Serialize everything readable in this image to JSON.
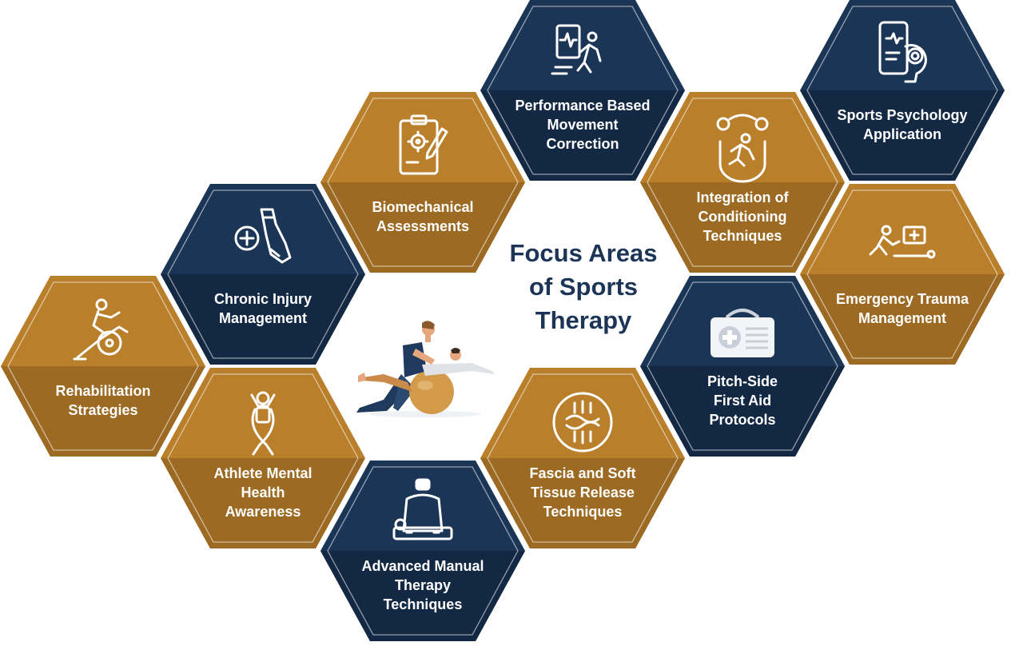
{
  "title": "Focus Areas\nof Sports\nTherapy",
  "colors": {
    "gold": "#b97f2b",
    "gold_dark": "#9c6a22",
    "navy": "#1b3557",
    "navy_dark": "#132843",
    "title": "#1c3557"
  },
  "areas": [
    {
      "id": "performance",
      "label": "Performance Based\nMovement\nCorrection",
      "color": "navy",
      "icon": "running-chart-icon"
    },
    {
      "id": "psychology",
      "label": "Sports Psychology\nApplication",
      "color": "navy",
      "icon": "mind-monitor-icon"
    },
    {
      "id": "biomech",
      "label": "Biomechanical\nAssessments",
      "color": "gold",
      "icon": "clipboard-icon"
    },
    {
      "id": "integration",
      "label": "Integration of\nConditioning\nTechniques",
      "color": "gold",
      "icon": "sprinter-icon"
    },
    {
      "id": "chronic",
      "label": "Chronic Injury\nManagement",
      "color": "navy",
      "icon": "injured-leg-icon"
    },
    {
      "id": "emergency",
      "label": "Emergency Trauma\nManagement",
      "color": "gold",
      "icon": "first-aid-responder-icon"
    },
    {
      "id": "pitchside",
      "label": "Pitch-Side\nFirst Aid\nProtocols",
      "color": "navy",
      "icon": "first-aid-kit-icon"
    },
    {
      "id": "rehab",
      "label": "Rehabilitation\nStrategies",
      "color": "gold",
      "icon": "assisted-stretch-icon"
    },
    {
      "id": "mental",
      "label": "Athlete Mental\nHealth\nAwareness",
      "color": "gold",
      "icon": "awareness-ribbon-icon"
    },
    {
      "id": "fascia",
      "label": "Fascia and Soft\nTissue Release\nTechniques",
      "color": "gold",
      "icon": "tissue-release-icon"
    },
    {
      "id": "manual",
      "label": "Advanced Manual\nTherapy\nTechniques",
      "color": "navy",
      "icon": "massage-therapist-icon"
    }
  ]
}
